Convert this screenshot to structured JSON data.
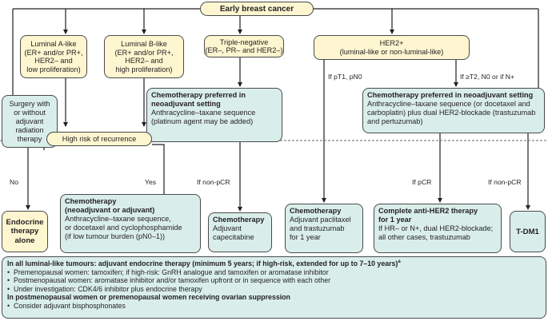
{
  "root": "Early breast cancer",
  "luminal_a": "Luminal A-like\n(ER+ and/or PR+,\nHER2– and\nlow proliferation)",
  "luminal_b": "Luminal B-like\n(ER+ and/or PR+,\nHER2– and\nhigh proliferation)",
  "triple_neg": "Triple-negative\n(ER–, PR– and HER2–)",
  "her2": "HER2+\n(luminal-like or non-luminal-like)",
  "surgery": "Surgery with\nor without\nadjuvant\nradiation\ntherapy",
  "chemo_neo": {
    "title": "Chemotherapy preferred in neoadjuvant setting",
    "body": "Anthracycline–taxane sequence\n(platinum agent may be added)"
  },
  "chemo_neo_her2": {
    "title": "Chemotherapy preferred in neoadjuvant setting",
    "body": "Anthracycline–taxane sequence (or docetaxel and\ncarboplatin) plus dual HER2-blockade (trastuzumab\nand pertuzumab)"
  },
  "high_risk": "High risk of recurrence",
  "labels": {
    "no": "No",
    "yes": "Yes",
    "pt1": "If pT1, pN0",
    "t2": "If ≥T2, N0 or if N+",
    "nonpcr_tn": "If non-pCR",
    "pcr": "If pCR",
    "nonpcr_her2": "If non-pCR"
  },
  "endocrine": "Endocrine\ntherapy\nalone",
  "chemo_adj": {
    "title": "Chemotherapy\n(neoadjuvant or adjuvant)",
    "body": "Anthracycline–taxane sequence,\nor docetaxel and cyclophosphamide\n(if low tumour burden (pN0–1))"
  },
  "capecitabine": {
    "title": "Chemotherapy",
    "body": "Adjuvant\ncapecitabine"
  },
  "paclitaxel": {
    "title": "Chemotherapy",
    "body": "Adjuvant paclitaxel\nand trastuzumab\nfor 1 year"
  },
  "complete_her2": {
    "title": "Complete anti-HER2 therapy\nfor 1 year",
    "body": "If HR– or N+, dual HER2-blockade;\nall other cases, trastuzumab"
  },
  "tdm1": "T-DM1",
  "bottom": {
    "heading1": "In all luminal-like tumours: adjuvant endocrine therapy (minimum 5 years; if high-risk, extended for up to 7–10 years)",
    "heading1_sup": "a",
    "bullets1": [
      "Premenopausal women: tamoxifen; if high-risk: GnRH analogue and tamoxifen or aromatase inhibitor",
      "Postmenopausal women: aromatase inhibitor and/or tamoxifen upfront or in sequence with each other",
      "Under investigation: CDK4/6 inhibitor plus endocrine therapy"
    ],
    "heading2": "In postmenopausal women or premenopausal women receiving ovarian suppression",
    "bullets2": [
      "Consider adjuvant bisphosphonates"
    ]
  },
  "colors": {
    "yellow": "#fdf6d0",
    "teal": "#d9eeea",
    "line": "#4a4a4a"
  }
}
